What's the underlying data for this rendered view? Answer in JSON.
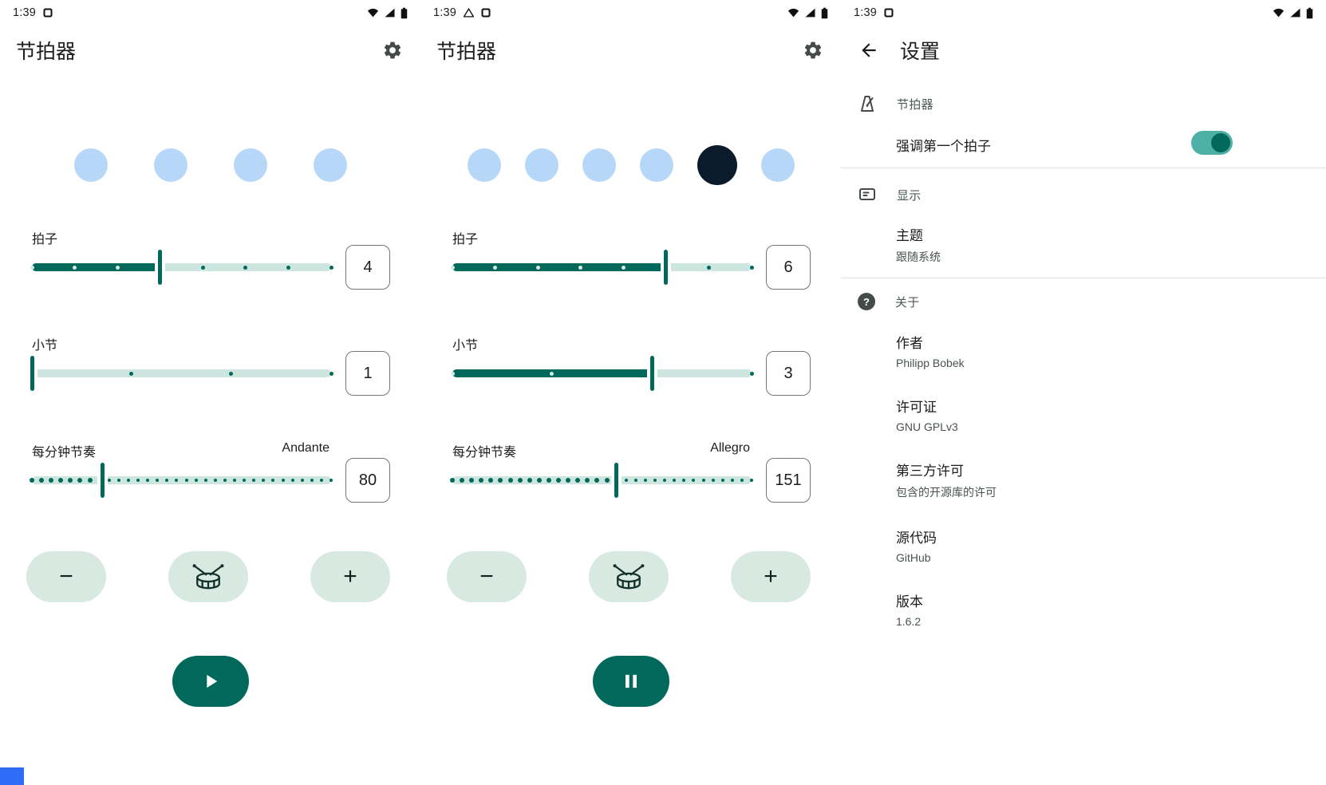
{
  "colors": {
    "primary": "#00695c",
    "slider_track": "#cde5df",
    "button_bg": "#d8e9e1",
    "beat_inactive": "#b7d7f8",
    "beat_active": "#0c1b2b",
    "toggle_track": "#4fb0a5"
  },
  "status_bar": {
    "time": "1:39"
  },
  "icons": {
    "settings": "gear",
    "back": "left-arrow",
    "tap_tempo": "drum",
    "play": "triangle",
    "pause": "double-bar",
    "wifi": "wifi-wedge",
    "cell": "signal-triangle",
    "battery": "battery",
    "help_glyph": "?"
  },
  "panels": [
    {
      "title": "节拍器",
      "circles": {
        "count": 4,
        "active": -1
      },
      "beats": {
        "label": "拍子",
        "value": "4"
      },
      "beats_slider": {
        "style": "discrete",
        "fraction": 0.4286,
        "stops": 8
      },
      "bars": {
        "label": "小节",
        "value": "1"
      },
      "bars_slider": {
        "style": "discrete",
        "fraction": 0,
        "stops": 4
      },
      "bpm": {
        "label": "每分钟节奏",
        "tempo": "Andante",
        "value": "80"
      },
      "bpm_slider": {
        "style": "dotted",
        "fraction": 0.237,
        "stops": 32
      },
      "controls": {
        "minus": "−",
        "plus": "+"
      },
      "transport": "play"
    },
    {
      "title": "节拍器",
      "circles": {
        "count": 6,
        "active": 4
      },
      "beats": {
        "label": "拍子",
        "value": "6"
      },
      "beats_slider": {
        "style": "discrete",
        "fraction": 0.7143,
        "stops": 8
      },
      "bars": {
        "label": "小节",
        "value": "3"
      },
      "bars_slider": {
        "style": "discrete",
        "fraction": 0.6667,
        "stops": 4
      },
      "bpm": {
        "label": "每分钟节奏",
        "tempo": "Allegro",
        "value": "151"
      },
      "bpm_slider": {
        "style": "dotted",
        "fraction": 0.548,
        "stops": 32
      },
      "controls": {
        "minus": "−",
        "plus": "+"
      },
      "transport": "pause"
    }
  ],
  "settings": {
    "title": "设置",
    "metronome_section": {
      "header": "节拍器",
      "item": {
        "label": "强调第一个拍子",
        "enabled": true
      }
    },
    "display_section": {
      "header": "显示",
      "item": {
        "label": "主题",
        "value": "跟随系统"
      }
    },
    "about_section": {
      "header": "关于",
      "items": [
        {
          "label": "作者",
          "value": "Philipp Bobek"
        },
        {
          "label": "许可证",
          "value": "GNU GPLv3"
        },
        {
          "label": "第三方许可",
          "value": "包含的开源库的许可"
        },
        {
          "label": "源代码",
          "value": "GitHub"
        },
        {
          "label": "版本",
          "value": "1.6.2"
        }
      ]
    }
  }
}
